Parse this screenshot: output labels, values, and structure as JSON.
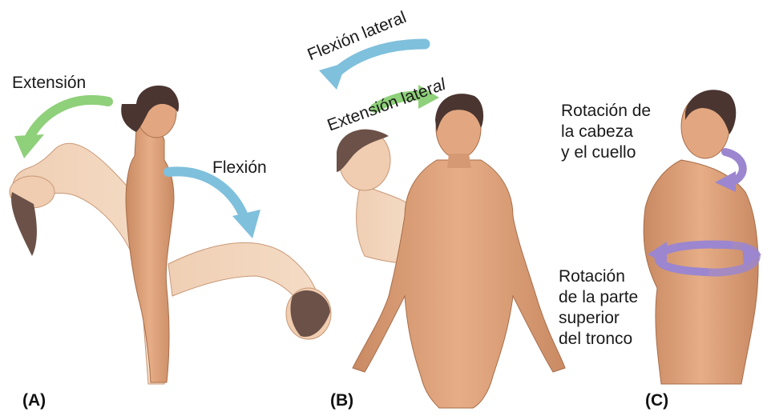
{
  "panels": {
    "a": {
      "letter": "(A)",
      "extension": "Extensión",
      "flexion": "Flexión"
    },
    "b": {
      "letter": "(B)",
      "lateral_flexion": "Flexión lateral",
      "lateral_extension_main": "Extensión later",
      "lateral_extension_tail": "al"
    },
    "c": {
      "letter": "(C)",
      "head_rotation": [
        "Rotación de",
        "la cabeza",
        "y el cuello"
      ],
      "trunk_rotation": [
        "Rotación",
        "de la parte",
        "superior",
        "del tronco"
      ]
    }
  },
  "colors": {
    "skin": "#e0a57f",
    "skin_shadow": "#b97851",
    "skin_light": "#f0c8a6",
    "hair": "#4a3530",
    "green_arrow": "#8fd07a",
    "blue_arrow": "#7fc0dc",
    "purple_arrow": "#9b86cf"
  }
}
